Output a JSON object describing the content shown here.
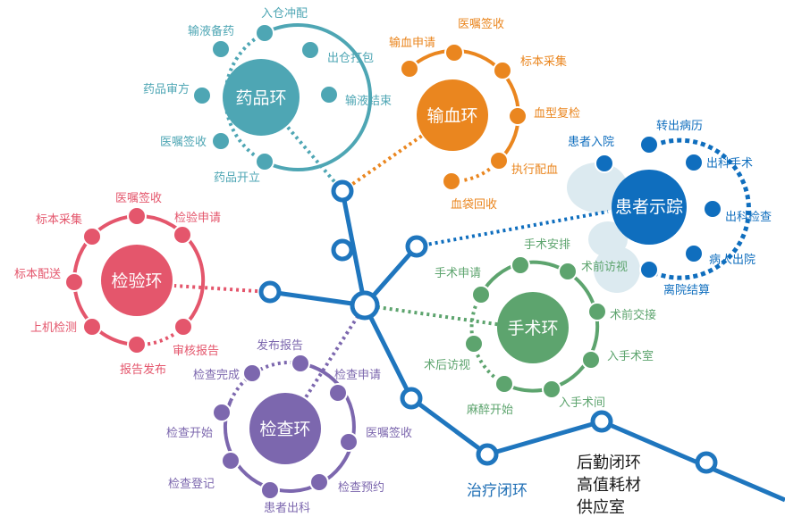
{
  "colors": {
    "blue": "#1F76BE",
    "pharmacy": "#4EA6B4",
    "blood": "#EA861F",
    "patient": "#0F6EBE",
    "lab": "#E4566C",
    "surgery": "#5DA46E",
    "exam": "#7C67AE",
    "cloud": "#DCEAF0"
  },
  "central_path": {
    "label": "治疗闭环",
    "logistics": [
      "后勤闭环",
      "高值耗材",
      "供应室"
    ]
  },
  "rings": {
    "pharmacy": {
      "title": "药品环",
      "nodes": [
        "入仓冲配",
        "出仓打包",
        "输液结束",
        "药品开立",
        "医嘱签收",
        "药品审方",
        "输液备药"
      ]
    },
    "blood": {
      "title": "输血环",
      "nodes": [
        "医嘱签收",
        "标本采集",
        "血型复检",
        "执行配血",
        "血袋回收",
        "输血申请"
      ]
    },
    "patient": {
      "title": "患者示踪",
      "nodes": [
        "转出病历",
        "出科手术",
        "出科检查",
        "病人出院",
        "离院结算",
        "患者入院"
      ]
    },
    "lab": {
      "title": "检验环",
      "nodes": [
        "医嘱签收",
        "检验申请",
        "审核报告",
        "报告发布",
        "上机检测",
        "标本配送",
        "标本采集"
      ]
    },
    "surgery": {
      "title": "手术环",
      "nodes": [
        "手术安排",
        "术前访视",
        "术前交接",
        "入手术室",
        "入手术间",
        "麻醉开始",
        "术后访视",
        "手术申请"
      ]
    },
    "exam": {
      "title": "检查环",
      "nodes": [
        "发布报告",
        "检查申请",
        "医嘱签收",
        "检查预约",
        "患者出科",
        "检查登记",
        "检查开始",
        "检查完成"
      ]
    }
  }
}
